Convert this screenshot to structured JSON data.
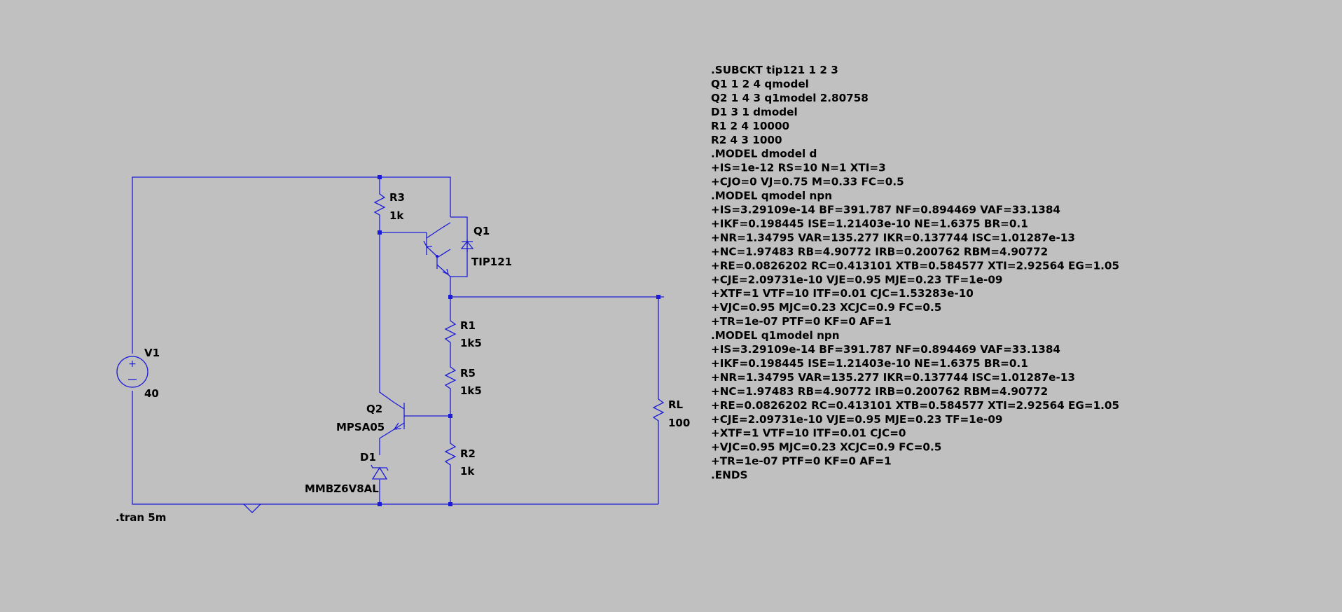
{
  "components": {
    "v1": {
      "name": "V1",
      "value": "40"
    },
    "r3": {
      "name": "R3",
      "value": "1k"
    },
    "q1": {
      "name": "Q1",
      "model": "TIP121"
    },
    "r1": {
      "name": "R1",
      "value": "1k5"
    },
    "r5": {
      "name": "R5",
      "value": "1k5"
    },
    "r2": {
      "name": "R2",
      "value": "1k"
    },
    "q2": {
      "name": "Q2",
      "model": "MPSA05"
    },
    "d1": {
      "name": "D1",
      "model": "MMBZ6V8AL"
    },
    "rl": {
      "name": "RL",
      "value": "100"
    }
  },
  "directive": ".tran 5m",
  "netlist": [
    ".SUBCKT tip121 1 2 3",
    "Q1 1 2 4 qmodel",
    "Q2 1 4 3 q1model 2.80758",
    "D1 3 1 dmodel",
    "R1 2 4 10000",
    "R2 4 3 1000",
    ".MODEL dmodel d",
    "+IS=1e-12 RS=10 N=1 XTI=3",
    "+CJO=0 VJ=0.75 M=0.33 FC=0.5",
    ".MODEL qmodel npn",
    "+IS=3.29109e-14 BF=391.787 NF=0.894469 VAF=33.1384",
    "+IKF=0.198445 ISE=1.21403e-10 NE=1.6375 BR=0.1",
    "+NR=1.34795 VAR=135.277 IKR=0.137744 ISC=1.01287e-13",
    "+NC=1.97483 RB=4.90772 IRB=0.200762 RBM=4.90772",
    "+RE=0.0826202 RC=0.413101 XTB=0.584577 XTI=2.92564 EG=1.05",
    "+CJE=2.09731e-10 VJE=0.95 MJE=0.23 TF=1e-09",
    "+XTF=1 VTF=10 ITF=0.01 CJC=1.53283e-10",
    "+VJC=0.95 MJC=0.23 XCJC=0.9 FC=0.5",
    "+TR=1e-07 PTF=0 KF=0 AF=1",
    ".MODEL q1model npn",
    "+IS=3.29109e-14 BF=391.787 NF=0.894469 VAF=33.1384",
    "+IKF=0.198445 ISE=1.21403e-10 NE=1.6375 BR=0.1",
    "+NR=1.34795 VAR=135.277 IKR=0.137744 ISC=1.01287e-13",
    "+NC=1.97483 RB=4.90772 IRB=0.200762 RBM=4.90772",
    "+RE=0.0826202 RC=0.413101 XTB=0.584577 XTI=2.92564 EG=1.05",
    "+CJE=2.09731e-10 VJE=0.95 MJE=0.23 TF=1e-09",
    "+XTF=1 VTF=10 ITF=0.01 CJC=0",
    "+VJC=0.95 MJC=0.23 XCJC=0.9 FC=0.5",
    "+TR=1e-07 PTF=0 KF=0 AF=1",
    ".ENDS"
  ],
  "colors": {
    "background": "#c0c0c0",
    "wire": "#1c1cd8",
    "text": "#000000"
  }
}
